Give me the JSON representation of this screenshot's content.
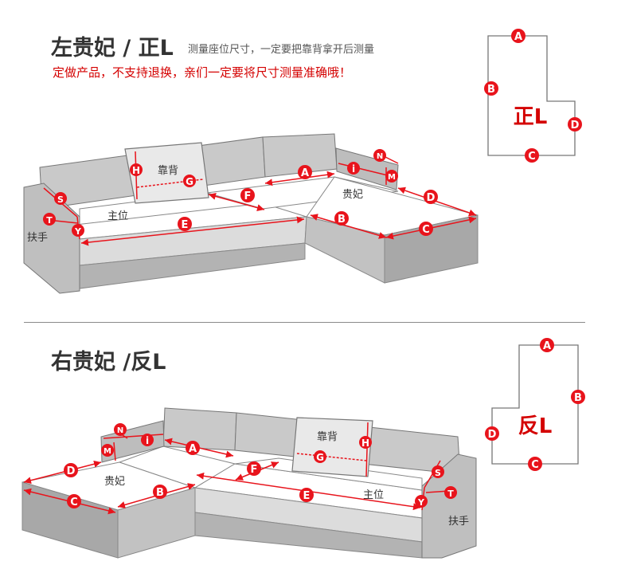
{
  "section_top": {
    "title": "左贵妃 / 正L",
    "note": "测量座位尺寸，一定要把靠背拿开后测量",
    "warning": "定做产品，不支持退换，亲们一定要将尺寸测量准确哦！",
    "shape_label": "正L",
    "part_labels": {
      "backrest": "靠背",
      "main_seat": "主位",
      "chaise": "贵妃",
      "armrest": "扶手"
    }
  },
  "section_bottom": {
    "title": "右贵妃 /反L",
    "shape_label": "反L",
    "part_labels": {
      "backrest": "靠背",
      "main_seat": "主位",
      "chaise": "贵妃",
      "armrest": "扶手"
    }
  },
  "markers": {
    "A": "A",
    "B": "B",
    "C": "C",
    "D": "D",
    "E": "E",
    "F": "F",
    "G": "G",
    "H": "H",
    "i": "i",
    "M": "M",
    "N": "N",
    "S": "S",
    "T": "T",
    "Y": "Y"
  },
  "colors": {
    "accent_red": "#e8141c",
    "sofa_gray": "#c9c9c9",
    "sofa_dark": "#a7a7a7",
    "cushion_white": "#ffffff"
  }
}
